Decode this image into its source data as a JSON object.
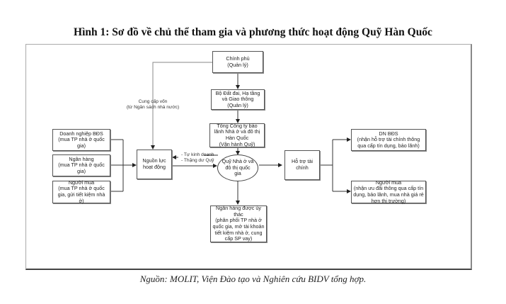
{
  "figure": {
    "title": "Hình 1: Sơ đồ về chủ thể tham gia và phương thức hoạt động Quỹ Hàn Quốc",
    "caption": "Nguồn: MOLIT, Viện Đào tạo và Nghiên cứu BIDV tổng hợp."
  },
  "nodes": {
    "government": {
      "line1": "Chính phủ",
      "line2": "(Quản lý)"
    },
    "ministry": {
      "line1": "Bộ Đất đai, Hạ tầng",
      "line2": "và Giao thông",
      "line3": "(Quản lý)"
    },
    "guarantee_corp": {
      "line1": "Tổng Công ty bảo",
      "line2": "lãnh Nhà ở và đô thị",
      "line3": "Hàn Quốc",
      "line4": "(Vận hành Quỹ)"
    },
    "fund": {
      "line1": "Quỹ Nhà ở và",
      "line2": "đô thị quốc",
      "line3": "gia"
    },
    "resources": {
      "line1": "Nguồn lực",
      "line2": "hoạt động"
    },
    "financial_support": {
      "line1": "Hỗ trợ tài",
      "line2": "chính"
    },
    "real_estate_firms": {
      "line1": "Doanh nghiệp BĐS",
      "line2": "(mua TP nhà ở quốc",
      "line3": "gia)"
    },
    "banks": {
      "line1": "Ngân hàng",
      "line2": "(mua TP nhà ở quốc",
      "line3": "gia)"
    },
    "buyers_left": {
      "line1": "Người mua",
      "line2": "(mua TP nhà ở quốc",
      "line3": "gia, gửi tiết kiệm nhà",
      "line4": "ở)"
    },
    "entrusted_bank": {
      "line1": "Ngân hàng được ủy",
      "line2": "thác",
      "line3": "(phân phối TP nhà ở",
      "line4": "quốc gia, mở tài khoản",
      "line5": "tiết kiệm nhà ở, cung",
      "line6": "cấp SP vay)"
    },
    "dn_bds": {
      "line1": "DN BĐS",
      "line2": "(nhận hỗ trợ tài chính thông",
      "line3": "qua cấp tín dụng, bảo lãnh)"
    },
    "buyers_right": {
      "line1": "Người mua",
      "line2": "(nhận ưu đãi thông qua cấp tín",
      "line3": "dụng, bảo lãnh, mua nhà giá rẻ",
      "line4": "hơn thị trường)"
    }
  },
  "edge_labels": {
    "capital_supply": {
      "line1": "Cung cấp vốn",
      "line2": "(từ Ngân sách nhà nước)"
    },
    "self_business": {
      "line1": "- Tự kinh doanh",
      "line2": "- Thặng dư Quỹ"
    }
  }
}
